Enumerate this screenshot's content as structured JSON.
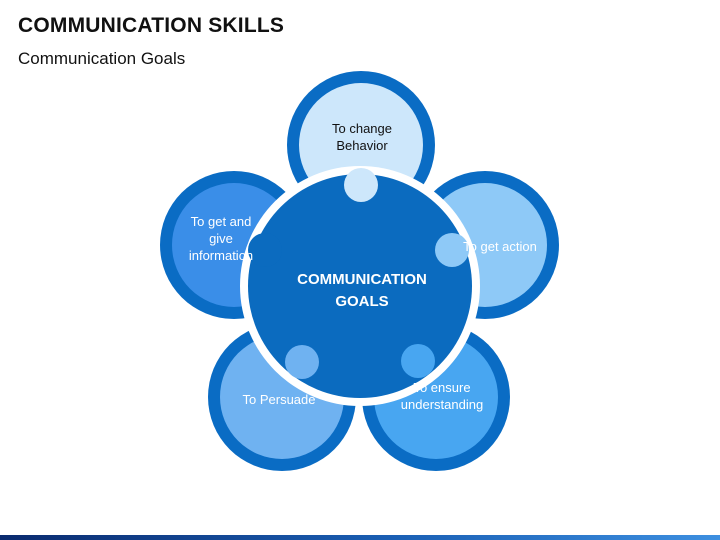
{
  "slide": {
    "title": "COMMUNICATION SKILLS",
    "subtitle": "Communication Goals"
  },
  "diagram": {
    "center": {
      "line1": "COMMUNICATION",
      "line2": "GOALS"
    },
    "goals": [
      {
        "lines": [
          "To change",
          "Behavior"
        ]
      },
      {
        "lines": [
          "To get action"
        ]
      },
      {
        "lines": [
          "To ensure",
          "understanding"
        ]
      },
      {
        "lines": [
          "To Persuade"
        ]
      },
      {
        "lines": [
          "To get and",
          "give",
          "information"
        ]
      }
    ]
  },
  "colors": {
    "ring": "#0a6cc4",
    "center_fill": "#0b6bbf",
    "goal_top": "#cde7fb",
    "goal_right": "#8ec9f7",
    "goal_bottom_right": "#48a6f1",
    "goal_bottom_left": "#6fb2f1",
    "goal_left": "#3a8ee8"
  }
}
